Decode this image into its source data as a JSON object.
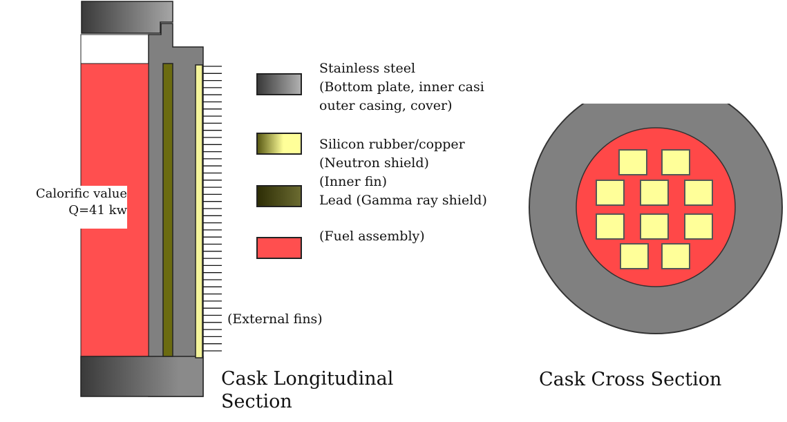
{
  "colors": {
    "stainless_steel_dark": "#3c3c3c",
    "stainless_steel_light": "#a8a8a8",
    "casing_gray": "#808080",
    "fuel_red": "#ff4f4f",
    "neutron_shield_yellow": "#ffff99",
    "lead_olive": "#6b6b10"
  },
  "legend": [
    {
      "lines": [
        "Stainless steel",
        "(Bottom plate, inner casi",
        "outer casing, cover)"
      ]
    },
    {
      "lines": [
        "Silicon rubber/copper",
        "(Neutron shield)",
        "(Inner fin)"
      ]
    },
    {
      "lines": [
        "Lead (Gamma ray shield)"
      ]
    },
    {
      "lines": [
        "(Fuel assembly)"
      ]
    }
  ],
  "calorific": {
    "line1": "Calorific value",
    "line2": "Q=41  kw"
  },
  "external_fins_label": "(External  fins)",
  "captions": {
    "longitudinal_line1": "Cask Longitudinal",
    "longitudinal_line2": "Section",
    "cross": "Cask Cross Section"
  }
}
